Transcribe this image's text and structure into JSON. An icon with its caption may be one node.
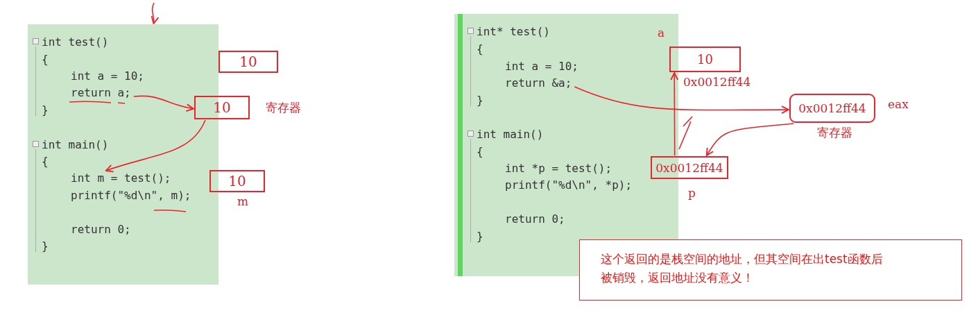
{
  "diagram": {
    "nodes": [
      {
        "text": [],
        "shape": "box"
      },
      {
        "text": [
          "int test()"
        ],
        "in": 0
      },
      {
        "text": [
          "{"
        ],
        "in": 0
      },
      {
        "text": [
          "int a = 10;"
        ],
        "in": 0
      },
      {
        "text": [
          "return a;"
        ],
        "in": 0
      },
      {
        "text": [
          "}"
        ],
        "in": 0
      },
      {
        "text": [
          "int main()"
        ],
        "in": 0
      },
      {
        "text": [
          "{"
        ],
        "in": 0
      },
      {
        "text": [
          "int m = test();"
        ],
        "in": 0
      },
      {
        "text": [
          "printf(\"%d\\n\", m);"
        ],
        "in": 0
      },
      {
        "text": [
          "return 0;"
        ],
        "in": 0
      },
      {
        "text": [
          "}"
        ],
        "in": 0
      },
      {
        "text": [
          "10"
        ]
      },
      {
        "text": [
          "10"
        ],
        "beside": [
          "寄存器"
        ]
      },
      {
        "text": [
          "10"
        ],
        "beside": [
          "m"
        ]
      },
      {
        "text": [],
        "shape": "box"
      },
      {
        "text": [
          "int* test()"
        ],
        "in": 15
      },
      {
        "text": [
          "{"
        ],
        "in": 15
      },
      {
        "text": [
          "int a = 10;"
        ],
        "in": 15
      },
      {
        "text": [
          "return &a;"
        ],
        "in": 15
      },
      {
        "text": [
          "}"
        ],
        "in": 15
      },
      {
        "text": [
          "int main()"
        ],
        "in": 15
      },
      {
        "text": [
          "{"
        ],
        "in": 15
      },
      {
        "text": [
          "int *p = test();"
        ],
        "in": 15
      },
      {
        "text": [
          "printf(\"%d\\n\", *p);"
        ],
        "in": 15
      },
      {
        "text": [
          "return 0;"
        ],
        "in": 15
      },
      {
        "text": [
          "}"
        ],
        "in": 15
      },
      {
        "text": [
          "10"
        ],
        "beside": [
          "a",
          "0x0012ff44"
        ]
      },
      {
        "text": [
          "0x0012ff44"
        ],
        "beside": [
          "eax",
          "寄存器"
        ]
      },
      {
        "text": [
          "0x0012ff44"
        ],
        "beside": [
          "p"
        ]
      },
      {
        "text": [
          "这个返回的是栈空间的地址，但其空间在出test函数后被销毁，返回地址没有意义！"
        ]
      }
    ],
    "edges": [
      {
        "from": null,
        "to": 0,
        "arrow": "to"
      },
      {
        "from": 4,
        "to": 13,
        "arrow": "to"
      },
      {
        "from": 13,
        "to": 8,
        "arrow": "to"
      },
      {
        "from": 19,
        "to": 28,
        "arrow": "to"
      },
      {
        "from": 28,
        "to": 29,
        "arrow": "to"
      },
      {
        "from": 29,
        "to": 27,
        "arrow": "to"
      }
    ]
  }
}
